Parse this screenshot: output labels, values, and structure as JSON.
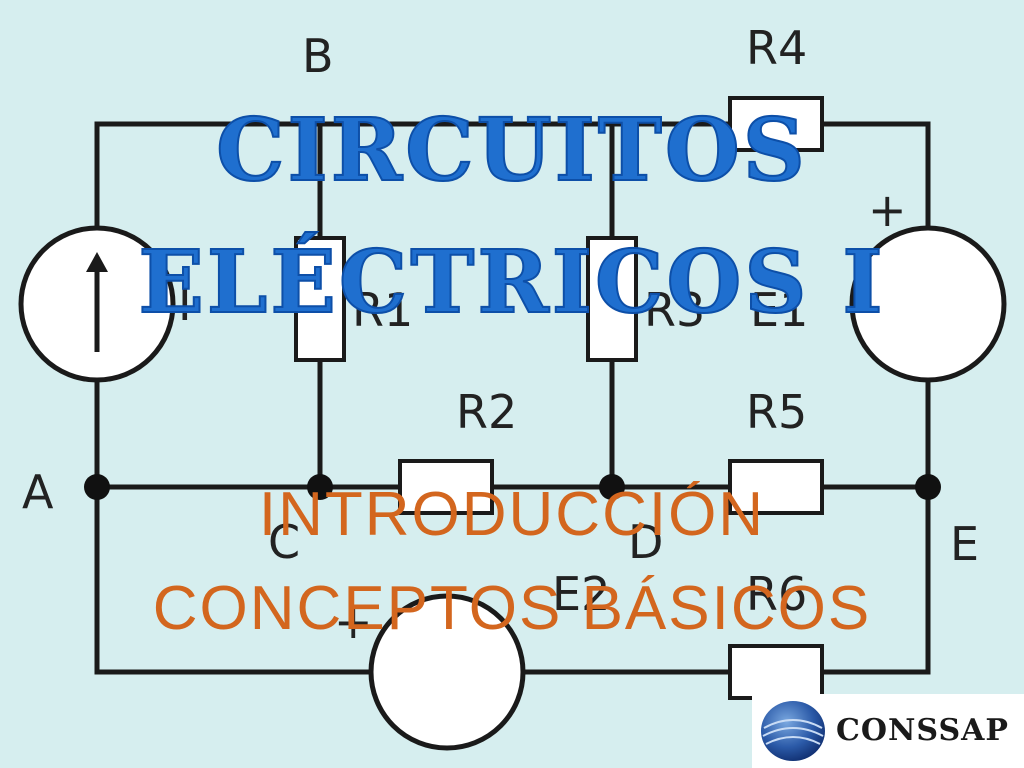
{
  "circuit": {
    "labels": {
      "B": "B",
      "A": "A",
      "C": "C",
      "D": "D",
      "E": "E",
      "R1": "R1",
      "R2": "R2",
      "R3": "R3",
      "R4": "R4",
      "R5": "R5",
      "R6": "R6",
      "E1": "E1",
      "E2": "E2",
      "I": "I",
      "plus": "+"
    }
  },
  "slide": {
    "title_line1": "CIRCUITOS",
    "title_line2": "ELÉCTRICOS I",
    "subtitle_line1": "INTRODUCCIÓN",
    "subtitle_line2": "CONCEPTOS BÁSICOS",
    "title_color": "#1f6fcf",
    "subtitle_color": "#d3661e"
  },
  "logo": {
    "text": "CONSSAP"
  }
}
